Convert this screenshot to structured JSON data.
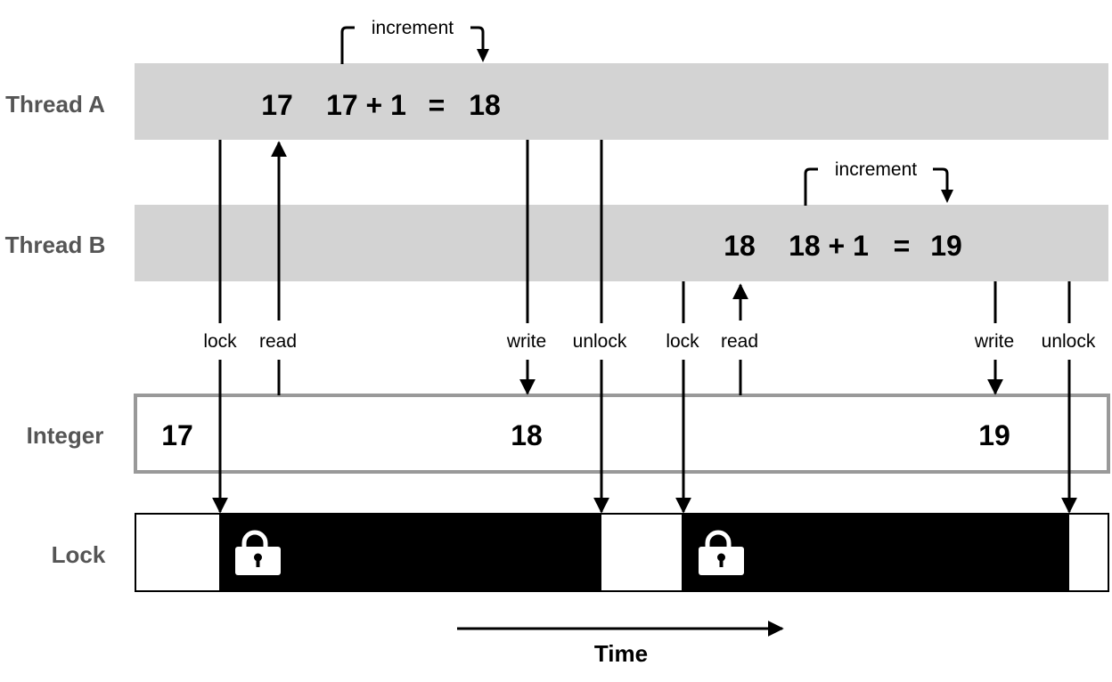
{
  "rows": {
    "thread_a": "Thread A",
    "thread_b": "Thread B",
    "integer": "Integer",
    "lock": "Lock"
  },
  "thread_a": {
    "read_value": "17",
    "expr": "17 + 1",
    "equals": "=",
    "result": "18",
    "increment_label": "increment"
  },
  "thread_b": {
    "read_value": "18",
    "expr": "18 + 1",
    "equals": "=",
    "result": "19",
    "increment_label": "increment"
  },
  "events": {
    "lock_a": "lock",
    "read_a": "read",
    "write_a": "write",
    "unlock_a": "unlock",
    "lock_b": "lock",
    "read_b": "read",
    "write_b": "write",
    "unlock_b": "unlock"
  },
  "integer_values": {
    "initial": "17",
    "after_a": "18",
    "after_b": "19"
  },
  "axis": {
    "time_label": "Time"
  },
  "colors": {
    "lane_fill": "#d3d3d3",
    "integer_border": "#999999",
    "locked_fill": "#000000",
    "label_gray": "#555555"
  }
}
